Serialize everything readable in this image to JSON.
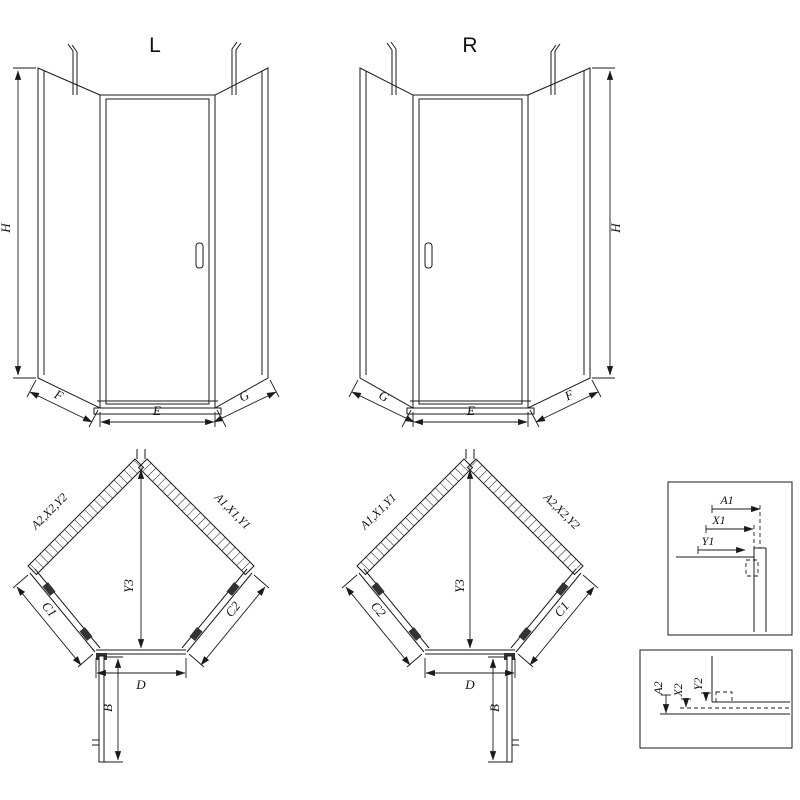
{
  "front_left": {
    "title": "L",
    "height": "H",
    "bottom_left": "F",
    "bottom_center": "E",
    "bottom_right": "G"
  },
  "front_right": {
    "title": "R",
    "height": "H",
    "bottom_left": "G",
    "bottom_center": "E",
    "bottom_right": "F"
  },
  "plan_left": {
    "wall_left": "A2,X2,Y2",
    "wall_right": "A1,X1,Y1",
    "center": "Y3",
    "side_left": "C1",
    "side_right": "C2",
    "width": "D",
    "depth": "B"
  },
  "plan_right": {
    "wall_left": "A1,X1,Y1",
    "wall_right": "A2,X2,Y2",
    "center": "Y3",
    "side_left": "C2",
    "side_right": "C1",
    "width": "D",
    "depth": "B"
  },
  "detail_top": {
    "dims": [
      "A1",
      "X1",
      "Y1"
    ]
  },
  "detail_bottom": {
    "dims": [
      "A2",
      "X2",
      "Y2"
    ]
  },
  "colors": {
    "line": "#1a1a1a",
    "background": "#ffffff"
  }
}
